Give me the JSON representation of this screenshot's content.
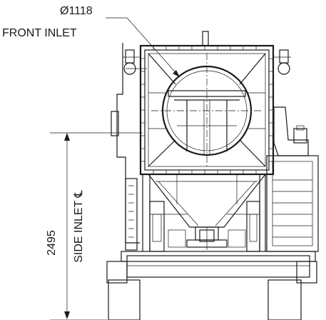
{
  "annotations": {
    "diameter_label": "Ø1118",
    "front_inlet_label": "FRONT INLET",
    "height_value": "2495",
    "side_inlet_label": "SIDE INLET ℄"
  }
}
